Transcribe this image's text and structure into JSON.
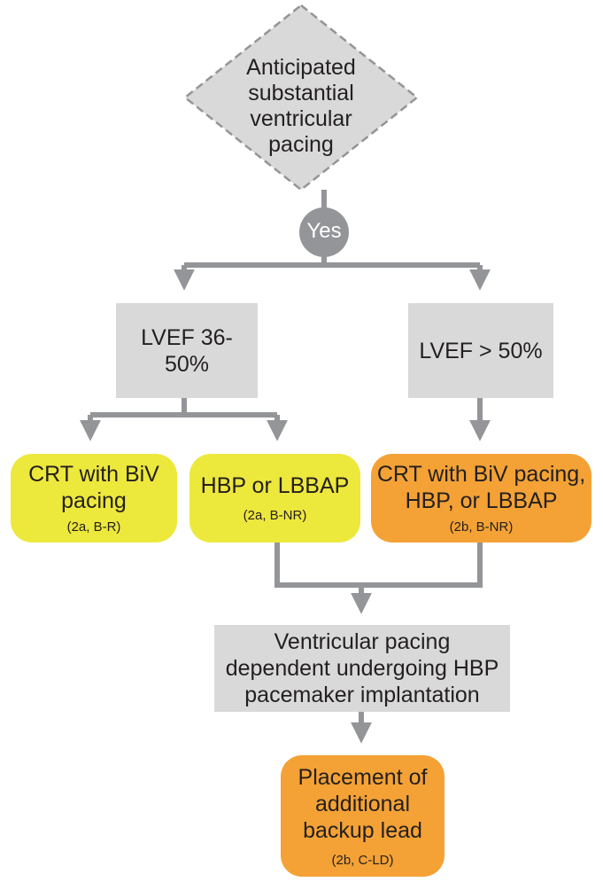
{
  "start": {
    "label": "Anticipated substantial ventricular pacing"
  },
  "decision": {
    "label": "Yes"
  },
  "branch_left": {
    "label": "LVEF 36-50%"
  },
  "branch_right": {
    "label": "LVEF > 50%"
  },
  "option_crt": {
    "label": "CRT with BiV pacing",
    "recommendation": "(2a, B-R)"
  },
  "option_hbp_lbbap": {
    "label": "HBP or LBBAP",
    "recommendation": "(2a, B-NR)"
  },
  "option_all": {
    "label": "CRT with BiV pacing, HBP, or LBBAP",
    "recommendation": "(2b, B-NR)"
  },
  "pacing_dependent": {
    "label": "Ventricular pacing dependent undergoing HBP pacemaker implantation"
  },
  "backup_lead": {
    "label": "Placement of additional backup lead",
    "recommendation": "(2b, C-LD)"
  },
  "colors": {
    "gray_box": "#d9d9da",
    "yellow_box": "#ede83c",
    "orange_box": "#f4a236",
    "connector": "#939598",
    "yes_circle": "#939598"
  }
}
